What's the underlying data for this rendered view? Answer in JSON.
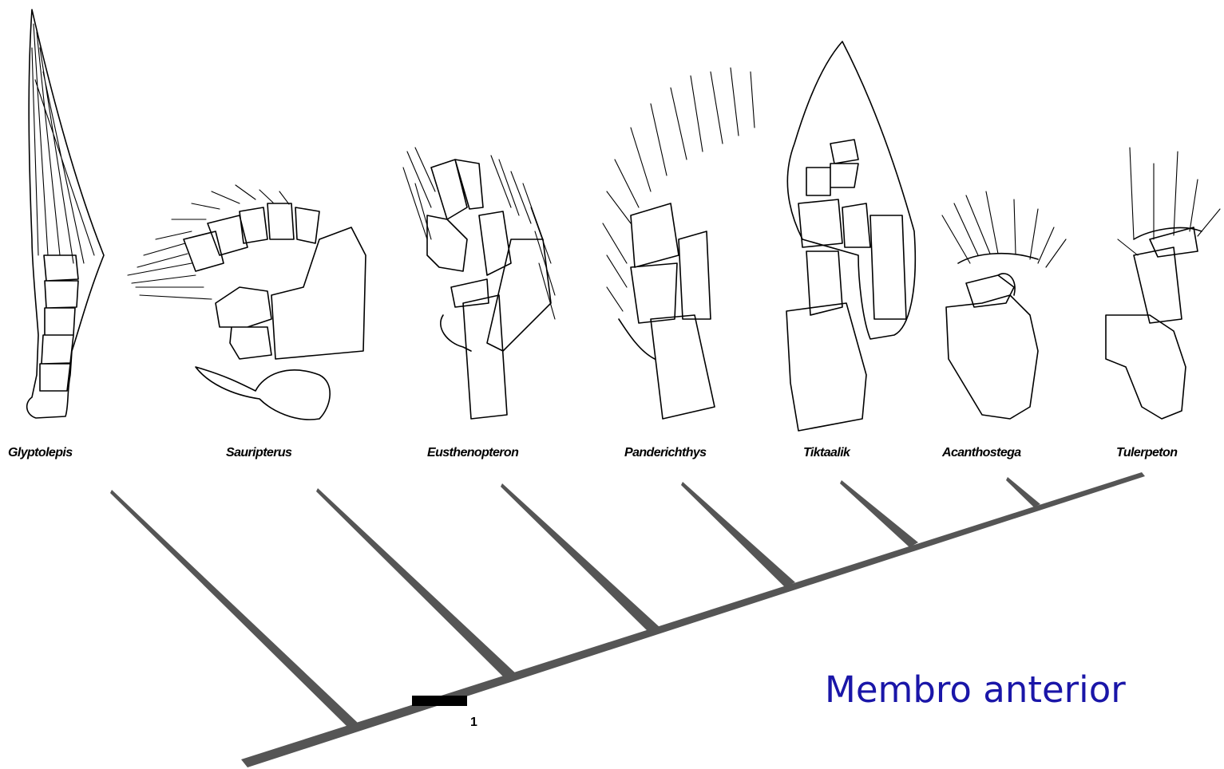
{
  "diagram": {
    "taxa": [
      {
        "id": "glyptolepis",
        "label": "Glyptolepis"
      },
      {
        "id": "sauripterus",
        "label": "Sauripterus"
      },
      {
        "id": "eusthenopteron",
        "label": "Eusthenopteron"
      },
      {
        "id": "panderichthys",
        "label": "Panderichthys"
      },
      {
        "id": "tiktaalik",
        "label": "Tiktaalik"
      },
      {
        "id": "acanthostega",
        "label": "Acanthostega"
      },
      {
        "id": "tulerpeton",
        "label": "Tulerpeton"
      }
    ],
    "scale_bar_label": "1",
    "caption": "Membro anterior",
    "colors": {
      "tree": "#555555",
      "caption": "#1a16a8",
      "drawing": "#000000"
    }
  }
}
